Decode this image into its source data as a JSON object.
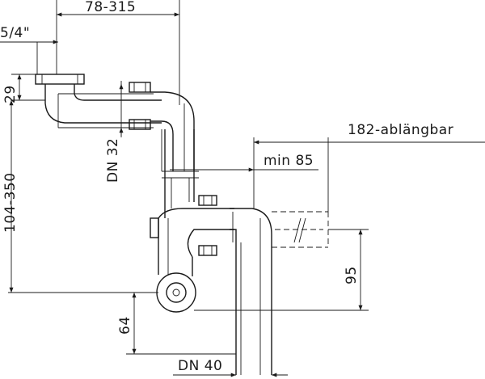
{
  "diagram": {
    "dimensions": {
      "horizontal_offset": "78-315",
      "thread_size": "5/4\"",
      "inlet_height": "29",
      "inlet_diameter": "DN 32",
      "height_range": "104-350",
      "cut_to_length": "182-ablängbar",
      "min_depth": "min 85",
      "outlet_height": "95",
      "base_height": "64",
      "outlet_diameter": "DN 40"
    }
  }
}
